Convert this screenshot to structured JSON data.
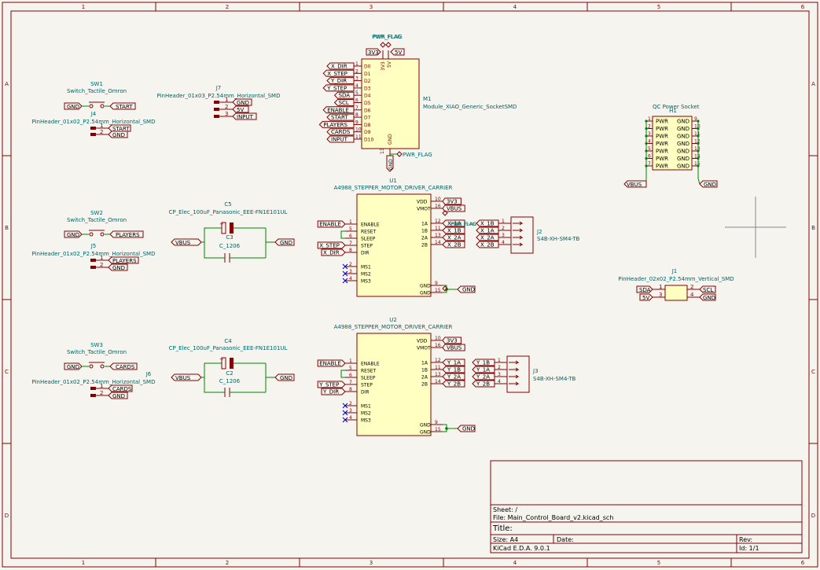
{
  "colors": {
    "border": "#840000",
    "wire": "#008400",
    "component": "#840000",
    "fill": "#ffffc2",
    "refdes": "#006464",
    "label": "#840000",
    "noconnect": "#0000c8",
    "text": "#000000",
    "background": "#f5f4ef"
  },
  "frame": {
    "cols": [
      "1",
      "2",
      "3",
      "4",
      "5",
      "6"
    ],
    "rows": [
      "A",
      "B",
      "C",
      "D"
    ]
  },
  "title_block": {
    "sheet": "Sheet: /",
    "file": "File: Main_Control_Board_v2.kicad_sch",
    "title": "Title:",
    "size": "Size: A4",
    "date": "Date:",
    "rev": "Rev:",
    "tool": "KiCad E.D.A. 9.0.1",
    "id": "Id: 1/1"
  },
  "m1": {
    "ref": "M1",
    "value": "Module_XIAO_Generic_SocketSMD",
    "pins_left": [
      "D0",
      "D1",
      "D2",
      "D3",
      "D4",
      "D5",
      "D6",
      "D7",
      "D8",
      "D9",
      "D10"
    ],
    "pin_nums_left": [
      "1",
      "2",
      "3",
      "4",
      "5",
      "6",
      "7",
      "8",
      "9",
      "10",
      "11"
    ],
    "labels_left": [
      "X_DIR",
      "X_STEP",
      "Y_DIR",
      "Y_STEP",
      "SDA",
      "SCL",
      "ENABLE",
      "START",
      "PLAYERS",
      "CARDS",
      "INPUT"
    ],
    "top_pins": [
      "3V3",
      "5V"
    ],
    "top_nums": [
      "12",
      "14"
    ],
    "bottom_pin": "GND",
    "bottom_num": "13",
    "pwr_flag_top": "PWR_FLAG",
    "pwr_flag_top2": "PWR_FLAG",
    "pwr_flag_bottom": "PWR_FLAG",
    "lbl_3v3": "3V3",
    "lbl_5v": "5V",
    "lbl_gnd": "GND"
  },
  "sw1": {
    "ref": "SW1",
    "value": "Switch_Tactile_Omron",
    "left": "GND",
    "right": "START"
  },
  "j4": {
    "ref": "J4",
    "value": "PinHeader_01x02_P2.54mm_Horizontal_SMD",
    "nums": [
      "1",
      "2"
    ],
    "labels": [
      "START",
      "GND"
    ]
  },
  "j7": {
    "ref": "J7",
    "value": "PinHeader_01x03_P2.54mm_Horizontal_SMD",
    "nums": [
      "1",
      "2",
      "3"
    ],
    "labels": [
      "GND",
      "5V",
      "INPUT"
    ]
  },
  "sw2": {
    "ref": "SW2",
    "value": "Switch_Tactile_Omron",
    "left": "GND",
    "right": "PLAYERS"
  },
  "j5": {
    "ref": "J5",
    "value": "PinHeader_01x02_P2.54mm_Horizontal_SMD",
    "nums": [
      "1",
      "2"
    ],
    "labels": [
      "PLAYERS",
      "GND"
    ]
  },
  "sw3": {
    "ref": "SW3",
    "value": "Switch_Tactile_Omron",
    "left": "GND",
    "right": "CARDS"
  },
  "j6": {
    "ref": "J6",
    "value": "PinHeader_01x02_P2.54mm_Horizontal_SMD",
    "nums": [
      "1",
      "2"
    ],
    "labels": [
      "CARDS",
      "GND"
    ]
  },
  "c5": {
    "ref": "C5",
    "value": "CP_Elec_100uF_Panasonic_EEE-FN1E101UL",
    "c3_ref": "C3",
    "c3_value": "C_1206",
    "left": "VBUS",
    "right": "GND"
  },
  "c4": {
    "ref": "C4",
    "value": "CP_Elec_100uF_Panasonic_EEE-FN1E101UL",
    "c2_ref": "C2",
    "c2_value": "C_1206",
    "left": "VBUS",
    "right": "GND"
  },
  "u1": {
    "ref": "U1",
    "value": "A4988_STEPPER_MOTOR_DRIVER_CARRIER",
    "left_pins": [
      "ENABLE",
      "RESET",
      "SLEEP",
      "STEP",
      "DIR"
    ],
    "left_nums": [
      "1",
      "5",
      "6",
      "7",
      "8"
    ],
    "ms": [
      "MS1",
      "MS2",
      "MS3"
    ],
    "ms_nums": [
      "2",
      "3",
      "4"
    ],
    "right_top": [
      "VDD",
      "VMOT"
    ],
    "right_top_nums": [
      "10",
      "16"
    ],
    "right_out": [
      "1A",
      "1B",
      "2A",
      "2B"
    ],
    "right_out_nums": [
      "12",
      "11",
      "13",
      "14"
    ],
    "right_gnd": [
      "GND",
      "GND"
    ],
    "right_gnd_nums": [
      "9",
      "15"
    ],
    "labels_left": [
      "ENABLE",
      "X_STEP",
      "X_DIR"
    ],
    "labels_right_top": [
      "3V3",
      "VBUS"
    ],
    "labels_out": [
      "X_1A",
      "X_1B",
      "X_2A",
      "X_2B"
    ],
    "gnd": "GND",
    "pwr_flag": "PWR_FLAG",
    "pwr_flag2": "PWR_FLAG"
  },
  "j2": {
    "ref": "J2",
    "value": "S4B-XH-SM4-TB",
    "labels": [
      "X_1B",
      "X_1A",
      "X_2A",
      "X_2B"
    ],
    "nums": [
      "1",
      "2",
      "3",
      "4"
    ]
  },
  "u2": {
    "ref": "U2",
    "value": "A4988_STEPPER_MOTOR_DRIVER_CARRIER",
    "labels_left": [
      "ENABLE",
      "Y_STEP",
      "Y_DIR"
    ],
    "labels_right_top": [
      "3V3",
      "VBUS"
    ],
    "labels_out": [
      "Y_1A",
      "Y_1B",
      "Y_2A",
      "Y_2B"
    ],
    "gnd": "GND"
  },
  "j3": {
    "ref": "J3",
    "value": "S4B-XH-SM4-TB",
    "labels": [
      "Y_1B",
      "Y_1A",
      "Y_2A",
      "Y_2B"
    ],
    "nums": [
      "1",
      "2",
      "3",
      "4"
    ]
  },
  "j1": {
    "ref": "J1",
    "value": "PinHeader_02x02_P2.54mm_Vertical_SMD",
    "l": [
      "SDA",
      "5V"
    ],
    "ln": [
      "1",
      "3"
    ],
    "r": [
      "SCL",
      "GND"
    ],
    "rn": [
      "2",
      "4"
    ]
  },
  "h1": {
    "ref": "H1",
    "value": "QC Power Socket",
    "pin": "PWR",
    "gpin": "GND",
    "lnums": [
      "1",
      "2",
      "3",
      "4",
      "5",
      "6",
      "7"
    ],
    "rnums": [
      "9",
      "10",
      "11",
      "12",
      "13",
      "14",
      "15"
    ],
    "vbus": "VBUS",
    "gnd": "GND"
  }
}
